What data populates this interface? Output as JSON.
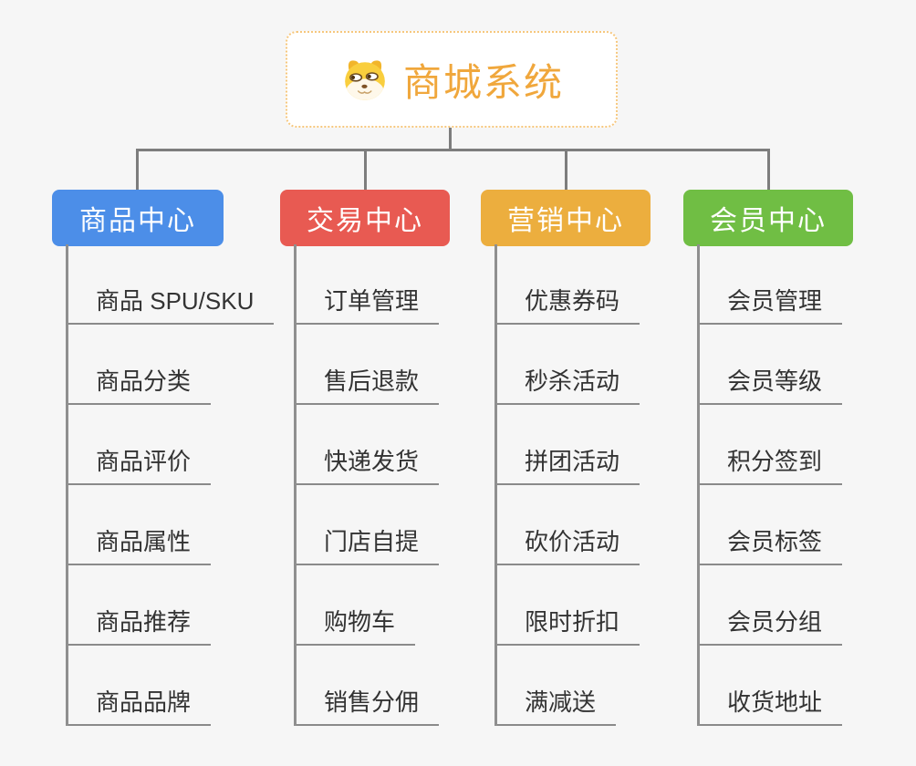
{
  "canvas": {
    "background": "#F6F6F6",
    "connector_color": "#7D7D7D",
    "line_color": "#8A8A8A",
    "trunk_color": "#8F8F8F",
    "item_text_color": "#333333"
  },
  "root": {
    "title": "商城系统",
    "title_color": "#F0A73C",
    "border_color": "#F6C77D",
    "icon": "doge-icon"
  },
  "branches": [
    {
      "label": "商品中心",
      "color": "#4C8EE8",
      "children": [
        "商品 SPU/SKU",
        "商品分类",
        "商品评价",
        "商品属性",
        "商品推荐",
        "商品品牌"
      ]
    },
    {
      "label": "交易中心",
      "color": "#E85A52",
      "children": [
        "订单管理",
        "售后退款",
        "快递发货",
        "门店自提",
        "购物车",
        "销售分佣"
      ]
    },
    {
      "label": "营销中心",
      "color": "#ECAE3E",
      "children": [
        "优惠券码",
        "秒杀活动",
        "拼团活动",
        "砍价活动",
        "限时折扣",
        "满减送"
      ]
    },
    {
      "label": "会员中心",
      "color": "#70BE44",
      "children": [
        "会员管理",
        "会员等级",
        "积分签到",
        "会员标签",
        "会员分组",
        "收货地址"
      ]
    }
  ]
}
